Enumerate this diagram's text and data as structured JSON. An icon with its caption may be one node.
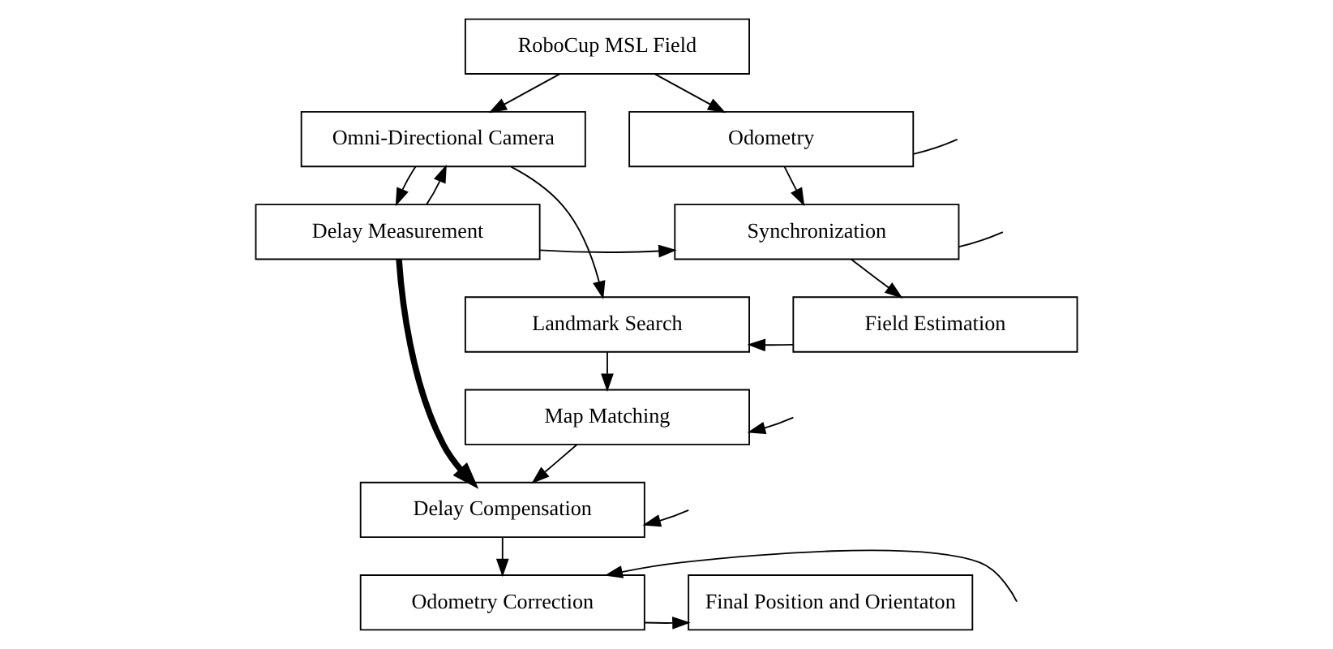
{
  "diagram": {
    "nodes": [
      {
        "text": [
          "RoboCup MSL Field"
        ]
      },
      {
        "text": [
          "Omni-Directional Camera"
        ]
      },
      {
        "text": [
          "Odometry"
        ]
      },
      {
        "text": [
          "Delay Measurement"
        ]
      },
      {
        "text": [
          "Synchronization"
        ]
      },
      {
        "text": [
          "Landmark Search"
        ]
      },
      {
        "text": [
          "Field Estimation"
        ]
      },
      {
        "text": [
          "Map Matching"
        ]
      },
      {
        "text": [
          "Delay Compensation"
        ]
      },
      {
        "text": [
          "Final Position and Orientaton"
        ]
      },
      {
        "text": [
          "Odometry Correction"
        ]
      }
    ],
    "edges": [
      {
        "from": 0,
        "to": 1,
        "arrow": "to"
      },
      {
        "from": 0,
        "to": 2,
        "arrow": "to"
      },
      {
        "from": 3,
        "to": 1,
        "arrow": "to"
      },
      {
        "from": 1,
        "to": 3,
        "arrow": "to"
      },
      {
        "from": 1,
        "to": 5,
        "arrow": "to"
      },
      {
        "from": 3,
        "to": 4,
        "arrow": "to"
      },
      {
        "from": 3,
        "to": 8,
        "arrow": "to",
        "style": "thick"
      },
      {
        "from": 2,
        "to": 4,
        "arrow": "to"
      },
      {
        "from": 4,
        "to": 6,
        "arrow": "to"
      },
      {
        "from": 6,
        "to": 5,
        "arrow": "to"
      },
      {
        "from": 5,
        "to": 7,
        "arrow": "to"
      },
      {
        "from": 7,
        "to": 8,
        "arrow": "to"
      },
      {
        "from": 8,
        "to": 10,
        "arrow": "to"
      },
      {
        "from": 10,
        "to": 9,
        "arrow": "to"
      },
      {
        "from": 2,
        "to": null,
        "arrow": "none"
      },
      {
        "from": 4,
        "to": null,
        "arrow": "none"
      },
      {
        "from": null,
        "to": 7,
        "arrow": "to"
      },
      {
        "from": null,
        "to": 8,
        "arrow": "to"
      },
      {
        "from": null,
        "to": 10,
        "arrow": "to"
      }
    ]
  }
}
